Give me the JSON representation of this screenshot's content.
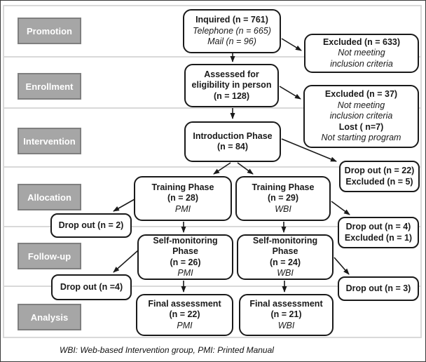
{
  "colors": {
    "stage-fill": "#a6a6a6",
    "stage-border": "#7f7f7f",
    "band-border": "#d9d9d9",
    "box-border": "#1a1a1a"
  },
  "stages": [
    "Promotion",
    "Enrollment",
    "Intervention",
    "Allocation",
    "Follow-up",
    "Analysis"
  ],
  "flow": {
    "inquired": {
      "t1": "Inquired (n = 761)",
      "t2": "Telephone (n = 665)",
      "t3": "Mail (n = 96)"
    },
    "excluded_633": {
      "t1": "Excluded (n = 633)",
      "t2": "Not meeting",
      "t3": "inclusion criteria"
    },
    "assessed": {
      "t1": "Assessed for",
      "t2": "eligibility in person",
      "t3": "(n = 128)"
    },
    "excluded_37": {
      "t1": "Excluded (n = 37)",
      "t2": "Not meeting",
      "t3": "inclusion criteria",
      "t4": "Lost ( n=7)",
      "t5": "Not starting program"
    },
    "introduction": {
      "t1": "Introduction Phase",
      "t2": "(n = 84)"
    },
    "dropout_22": {
      "t1": "Drop out (n = 22)",
      "t2": "Excluded (n = 5)"
    },
    "training_pmi": {
      "t1": "Training Phase",
      "t2": "(n = 28)",
      "t3": "PMI"
    },
    "training_wbi": {
      "t1": "Training Phase",
      "t2": "(n = 29)",
      "t3": "WBI"
    },
    "dropout_2": {
      "t1": "Drop out (n = 2)"
    },
    "dropout_4_excl1": {
      "t1": "Drop out (n = 4)",
      "t2": "Excluded (n = 1)"
    },
    "selfmon_pmi": {
      "t1": "Self-monitoring",
      "t2": "Phase",
      "t3": "(n = 26)",
      "t4": "PMI"
    },
    "selfmon_wbi": {
      "t1": "Self-monitoring",
      "t2": "Phase",
      "t3": "(n = 24)",
      "t4": "WBI"
    },
    "dropout_4": {
      "t1": "Drop out (n =4)"
    },
    "dropout_3": {
      "t1": "Drop out (n = 3)"
    },
    "final_pmi": {
      "t1": "Final assessment",
      "t2": "(n = 22)",
      "t3": "PMI"
    },
    "final_wbi": {
      "t1": "Final assessment",
      "t2": "(n = 21)",
      "t3": "WBI"
    }
  },
  "footnote": "WBI: Web-based Intervention group, PMI: Printed Manual"
}
